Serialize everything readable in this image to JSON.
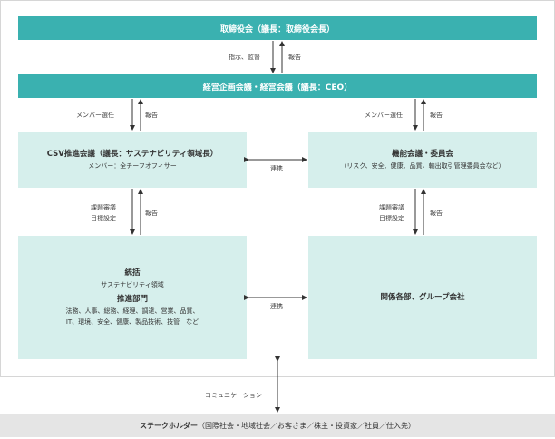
{
  "top_bar": {
    "label": "取締役会（議長：取締役会長）"
  },
  "exec_bar": {
    "label": "経営企画会議・経営会議（議長：CEO）"
  },
  "links": {
    "board_down": "指示、監督",
    "board_up": "報告",
    "left_down": "メンバー選任",
    "left_up": "報告",
    "right_down": "メンバー選任",
    "right_up": "報告",
    "left_mid_down_1": "課題審議",
    "left_mid_down_2": "目標設定",
    "left_mid_up": "報告",
    "right_mid_down_1": "課題審議",
    "right_mid_down_2": "目標設定",
    "right_mid_up": "報告",
    "coop_top": "連携",
    "coop_bottom": "連携",
    "communication": "コミュニケーション"
  },
  "csv_box": {
    "title": "CSV推進会議（議長：サステナビリティ領域長）",
    "sub": "メンバー：全チーフオフィサー"
  },
  "func_box": {
    "title": "機能会議・委員会",
    "sub": "（リスク、安全、健康、品質、輸出取引管理委員会など）"
  },
  "control_box": {
    "title1": "統括",
    "sub1": "サステナビリティ領域",
    "title2": "推進部門",
    "line1": "法務、人事、総務、経理、調達、営業、品質、",
    "line2": "IT、環境、安全、健康、製品技術、技管　など"
  },
  "group_box": {
    "title": "関係各部、グループ会社"
  },
  "stakeholders": {
    "title": "ステークホルダー",
    "detail": "（国際社会・地域社会／お客さま／株主・投資家／社員／仕入先）"
  }
}
